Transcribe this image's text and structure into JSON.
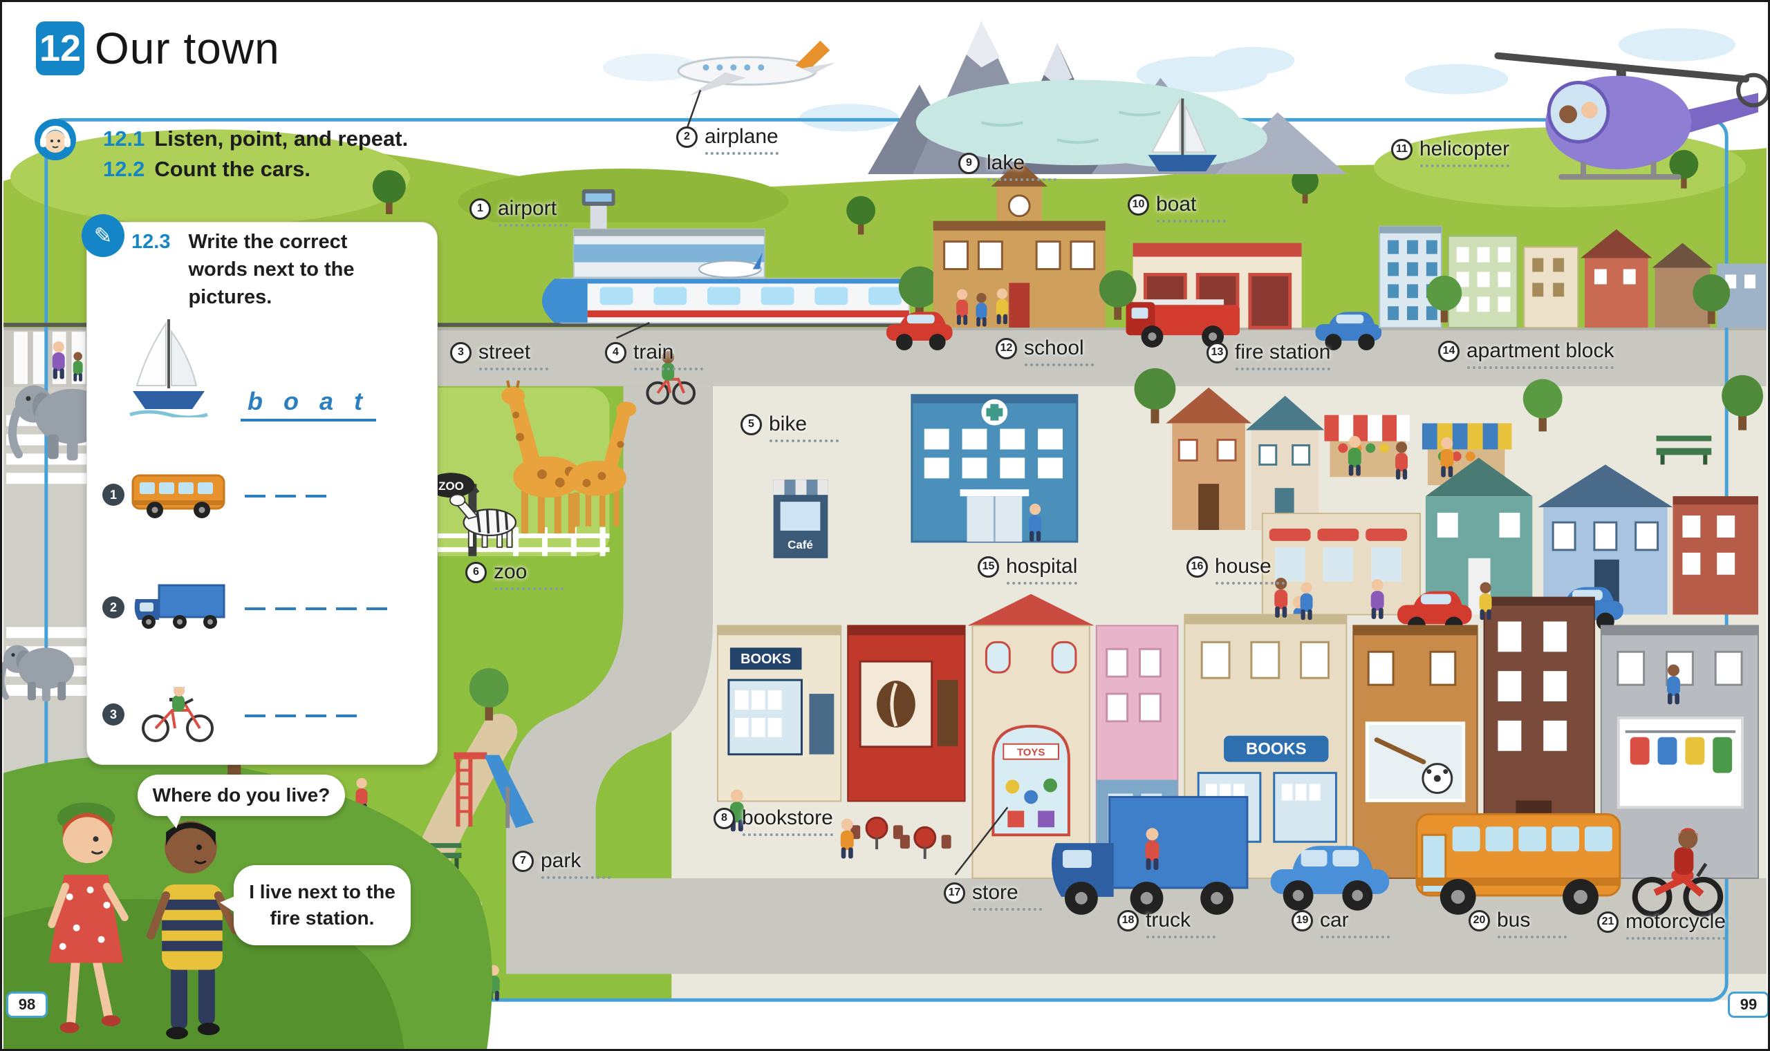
{
  "page": {
    "unit_number": "12",
    "title": "Our town",
    "page_number_left": "98",
    "page_number_right": "99"
  },
  "exercises": {
    "listen": {
      "number": "12.1",
      "text": "Listen, point, and repeat."
    },
    "count": {
      "number": "12.2",
      "text": "Count the cars."
    },
    "write": {
      "number": "12.3",
      "text": "Write the correct words next to the pictures."
    }
  },
  "worksheet": {
    "example": {
      "picture": "sailboat",
      "answer": "b o a t"
    },
    "items": [
      {
        "number": "1",
        "picture": "bus",
        "blank_count": 3
      },
      {
        "number": "2",
        "picture": "truck",
        "blank_count": 5
      },
      {
        "number": "3",
        "picture": "bike",
        "blank_count": 4
      }
    ]
  },
  "speech": {
    "question": "Where do you live?",
    "answer": "I live next to the fire station."
  },
  "vocabulary": [
    {
      "number": "1",
      "word": "airport"
    },
    {
      "number": "2",
      "word": "airplane"
    },
    {
      "number": "3",
      "word": "street"
    },
    {
      "number": "4",
      "word": "train"
    },
    {
      "number": "5",
      "word": "bike"
    },
    {
      "number": "6",
      "word": "zoo"
    },
    {
      "number": "7",
      "word": "park"
    },
    {
      "number": "8",
      "word": "bookstore"
    },
    {
      "number": "9",
      "word": "lake"
    },
    {
      "number": "10",
      "word": "boat"
    },
    {
      "number": "11",
      "word": "helicopter"
    },
    {
      "number": "12",
      "word": "school"
    },
    {
      "number": "13",
      "word": "fire station"
    },
    {
      "number": "14",
      "word": "apartment block"
    },
    {
      "number": "15",
      "word": "hospital"
    },
    {
      "number": "16",
      "word": "house"
    },
    {
      "number": "17",
      "word": "store"
    },
    {
      "number": "18",
      "word": "truck"
    },
    {
      "number": "19",
      "word": "car"
    },
    {
      "number": "20",
      "word": "bus"
    },
    {
      "number": "21",
      "word": "motorcycle"
    }
  ],
  "signs": {
    "zoo_gate": "ZOO",
    "bookstore": "BOOKS",
    "bookstore2": "BOOKS",
    "toy_store": "TOYS",
    "cafe": "Café"
  },
  "colors": {
    "accent_blue": "#1486c8",
    "frame_blue": "#45a1d8",
    "answer_blue": "#2b7fc1"
  }
}
